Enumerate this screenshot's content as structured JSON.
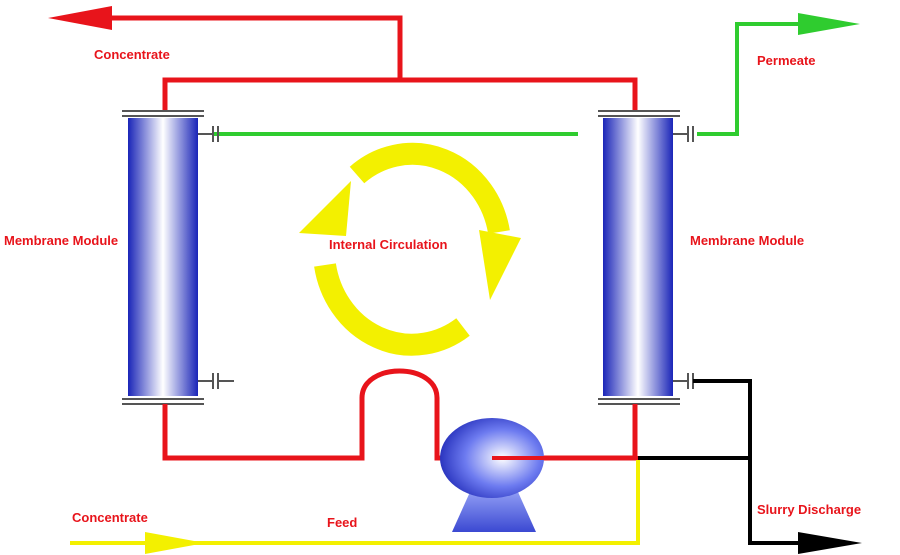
{
  "labels": {
    "concentrate_top": "Concentrate",
    "permeate": "Permeate",
    "membrane_left": "Membrane Module",
    "membrane_right": "Membrane Module",
    "internal_circulation": "Internal Circulation",
    "concentrate_bottom": "Concentrate",
    "feed": "Feed",
    "slurry_discharge": "Slurry Discharge"
  },
  "colors": {
    "concentrate_line": "#e8141b",
    "permeate_line": "#2fcc2f",
    "feed_line": "#f3f000",
    "discharge_line": "#000000",
    "circulation_arrow": "#f3f000",
    "module_body": "#3f4fd8",
    "label_text": "#e8141b"
  }
}
